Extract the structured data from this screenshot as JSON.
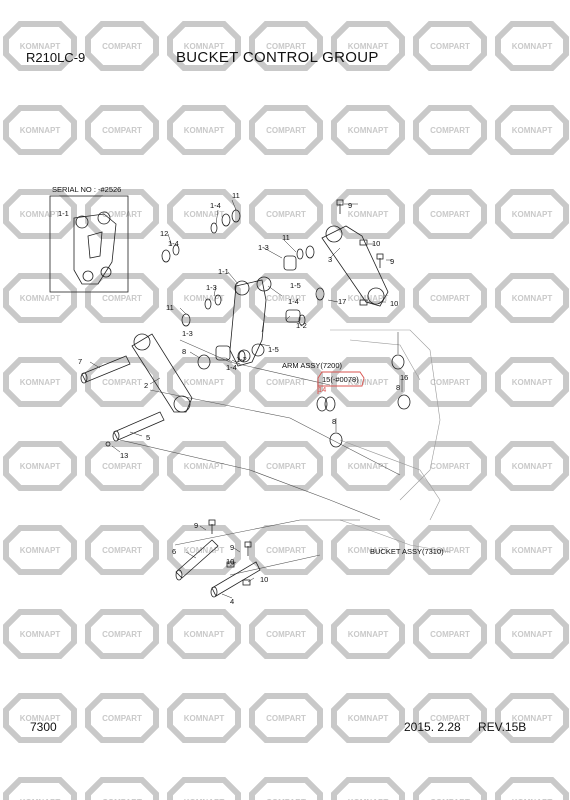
{
  "header": {
    "model": "R210LC-9",
    "title": "BUCKET CONTROL GROUP"
  },
  "footer": {
    "page_code": "7300",
    "date": "2015. 2.28",
    "revision": "REV.15B"
  },
  "watermark": {
    "brand_a": "KOMNAPT",
    "brand_b": "COMPART",
    "color": "#c9c9c9"
  },
  "inset": {
    "serial": "SERIAL NO : -#2526",
    "part_label": "1-1"
  },
  "assembly_labels": {
    "arm": "ARM ASSY(7200)",
    "bucket": "BUCKET ASSY(7310)"
  },
  "highlight": {
    "callout": "15(-#0078)",
    "sub": "14",
    "color": "#d9534f"
  },
  "callouts": {
    "c11a": "11",
    "c14a": "1-4",
    "c12": "12",
    "c14b": "1-4",
    "c13a": "1-3",
    "c11b": "11",
    "c3": "3",
    "c9a": "9",
    "c10a": "10",
    "c9b": "9",
    "c10b": "10",
    "c11": "1-1",
    "c13b": "1-3",
    "c15a": "1-5",
    "c17": "17",
    "c11c": "11",
    "c14c": "1-4",
    "c12a": "1-2",
    "c13c": "1-3",
    "c15b": "1-5",
    "c8a": "8",
    "c14d": "1-4",
    "c12b": "1-2",
    "c7": "7",
    "c2": "2",
    "c5": "5",
    "c13": "13",
    "c16": "16",
    "c8b": "8",
    "c8c": "8",
    "c9c": "9",
    "c9d": "9",
    "c6": "6",
    "c10c": "10",
    "c10d": "10",
    "c4": "4"
  }
}
